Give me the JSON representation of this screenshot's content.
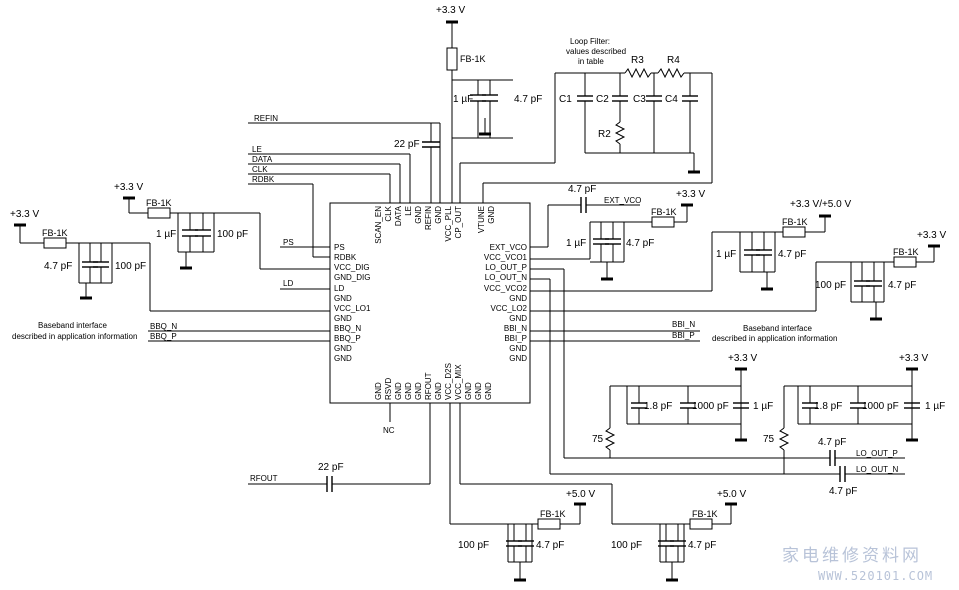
{
  "chip": {
    "left_pins": [
      "PS",
      "RDBK",
      "VCC_DIG",
      "GND_DIG",
      "LD",
      "GND",
      "VCC_LO1",
      "GND",
      "BBQ_N",
      "BBQ_P",
      "GND",
      "GND"
    ],
    "right_pins": [
      "EXT_VCO",
      "VCC_VCO1",
      "LO_OUT_P",
      "LO_OUT_N",
      "VCC_VCO2",
      "GND",
      "VCC_LO2",
      "GND",
      "BBI_N",
      "BBI_P",
      "GND",
      "GND"
    ],
    "top_pins": [
      "SCAN_EN",
      "CLK",
      "DATA",
      "LE",
      "GND",
      "REFIN",
      "GND",
      "VCC_PLL",
      "CP_OUT",
      "VTUNE",
      "GND"
    ],
    "bottom_pins": [
      "GND",
      "RSVD",
      "GND",
      "GND",
      "GND",
      "RFOUT",
      "GND",
      "VCC_D2S",
      "VCC_MIX",
      "GND",
      "GND",
      "GND"
    ]
  },
  "nets": {
    "refin": "REFIN",
    "le": "LE",
    "data": "DATA",
    "clk": "CLK",
    "rdbk": "RDBK",
    "ps": "PS",
    "ld": "LD",
    "bbq_n": "BBQ_N",
    "bbq_p": "BBQ_P",
    "bbi_n": "BBI_N",
    "bbi_p": "BBI_P",
    "ext_vco": "EXT_VCO",
    "lo_out_p": "LO_OUT_P",
    "lo_out_n": "LO_OUT_N",
    "rfout": "RFOUT",
    "nc": "NC"
  },
  "supplies": {
    "v33": "+3.3 V",
    "v33_50": "+3.3 V/+5.0 V",
    "v50": "+5.0 V"
  },
  "components": {
    "fb": "FB-1K",
    "c1u": "1 µF",
    "c47p": "4.7 pF",
    "c100p": "100 pF",
    "c22p": "22 pF",
    "c18p": "1.8 pF",
    "c1000p": "1000 pF",
    "r75": "75",
    "lf_c1": "C1",
    "lf_c2": "C2",
    "lf_c3": "C3",
    "lf_c4": "C4",
    "lf_r2": "R2",
    "lf_r3": "R3",
    "lf_r4": "R4"
  },
  "notes": {
    "loop_filter_1": "Loop Filter:",
    "loop_filter_2": "values described",
    "loop_filter_3": "in table",
    "baseband_1": "Baseband interface",
    "baseband_2": "described in application information"
  },
  "watermark": {
    "line1": "家电维修资料网",
    "line2": "WWW.520101.COM"
  }
}
